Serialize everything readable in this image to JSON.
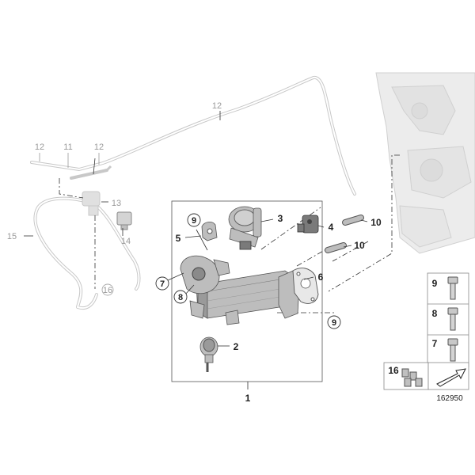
{
  "image_number": "162950",
  "callouts": {
    "c1": "1",
    "c2": "2",
    "c3": "3",
    "c4": "4",
    "c5": "5",
    "c6": "6",
    "c7": "7",
    "c8": "8",
    "c9a": "9",
    "c9b": "9",
    "c10a": "10",
    "c10b": "10",
    "c11": "11",
    "c12a": "12",
    "c12b": "12",
    "c12c": "12",
    "c13": "13",
    "c14": "14",
    "c15": "15",
    "c16": "16"
  },
  "legend": {
    "items": [
      {
        "label": "9",
        "icon": "screw-icon"
      },
      {
        "label": "8",
        "icon": "screw-icon"
      },
      {
        "label": "7",
        "icon": "screw-icon"
      }
    ],
    "clips_label": "16"
  }
}
